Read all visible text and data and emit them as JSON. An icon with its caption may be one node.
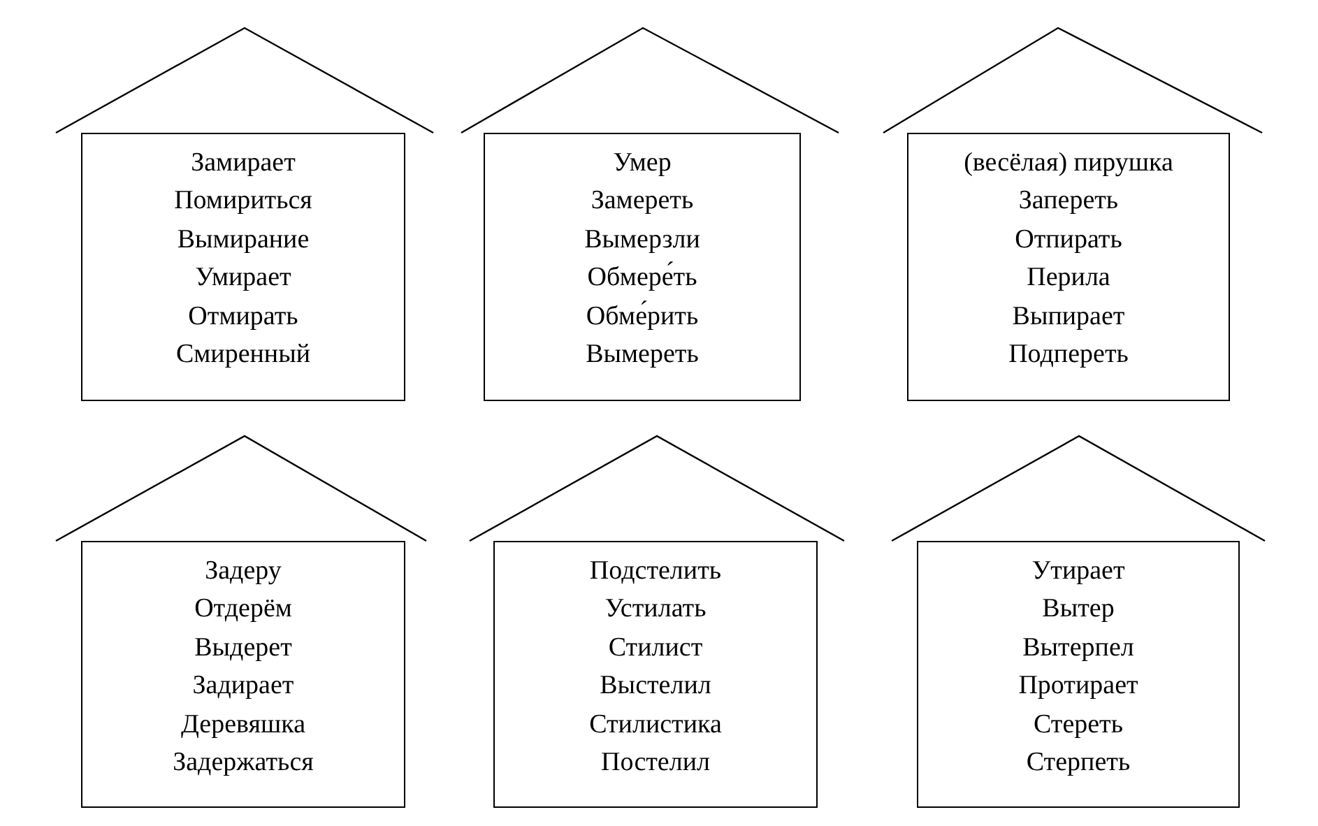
{
  "diagram": {
    "nodes": [
      {
        "text": [
          "Замирает",
          "Помириться",
          "Вымирание",
          "Умирает",
          "Отмирать",
          "Смиренный"
        ]
      },
      {
        "text": [
          "Умер",
          "Замереть",
          "Вымерзли",
          "Обмере́ть",
          "Обме́рить",
          "Вымереть"
        ]
      },
      {
        "text": [
          "(весёлая) пирушка",
          "Запереть",
          "Отпирать",
          "Перила",
          "Выпирает",
          "Подпереть"
        ]
      },
      {
        "text": [
          "Задеру",
          "Отдерём",
          "Выдерет",
          "Задирает",
          "Деревяшка",
          "Задержаться"
        ]
      },
      {
        "text": [
          "Подстелить",
          "Устилать",
          "Стилист",
          "Выстелил",
          "Стилистика",
          "Постелил"
        ]
      },
      {
        "text": [
          "Утирает",
          "Вытер",
          "Вытерпел",
          "Протирает",
          "Стереть",
          "Стерпеть"
        ]
      }
    ]
  }
}
